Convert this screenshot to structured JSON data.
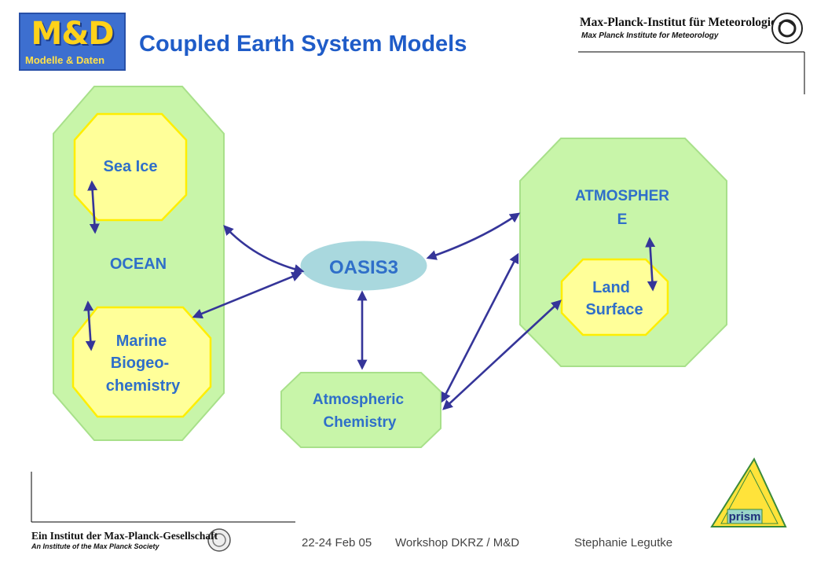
{
  "header": {
    "logo_text": "M&D",
    "logo_subtitle": "Modelle & Daten",
    "title": "Coupled Earth System Models",
    "institute_name": "Max-Planck-Institut für Meteorologie",
    "institute_subtitle": "Max Planck Institute for Meteorology"
  },
  "diagram": {
    "ocean": "OCEAN",
    "sea_ice": "Sea Ice",
    "marine_lines": [
      "Marine",
      "Biogeo-",
      "chemistry"
    ],
    "oasis": "OASIS3",
    "atmo_chem_lines": [
      "Atmospheric",
      "Chemistry"
    ],
    "atmosphere_lines": [
      "ATMOSPHER",
      "E"
    ],
    "land_lines": [
      "Land",
      "Surface"
    ]
  },
  "footer": {
    "mpg_text": "Ein Institut der Max-Planck-Gesellschaft",
    "mpg_subtitle": "An Institute of the Max Planck Society",
    "date": "22-24 Feb 05",
    "event": "Workshop DKRZ / M&D",
    "author": "Stephanie Legutke"
  },
  "prism_logo_text": "prism",
  "colors": {
    "component_fill": "#c8f5a9",
    "component_stroke": "#a8e08a",
    "inner_fill": "#ffff99",
    "inner_stroke": "#ffee00",
    "coupler_fill": "#a9d8de",
    "label_color": "#2f6fc9",
    "arrow_color": "#353599",
    "title_color": "#1f5cc8"
  }
}
